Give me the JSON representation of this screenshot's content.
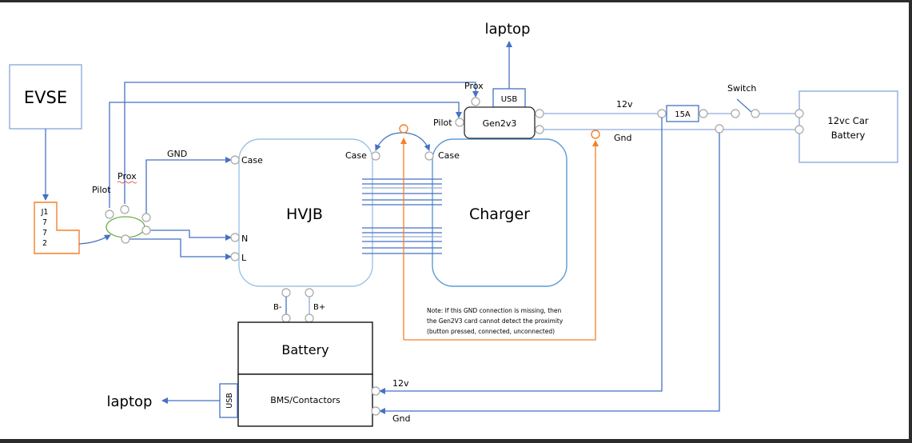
{
  "diagram": {
    "blocks": {
      "evse": "EVSE",
      "j1772": [
        "J1",
        "7",
        "7",
        "2"
      ],
      "hvjb": "HVJB",
      "charger": "Charger",
      "gen2v3": "Gen2v3",
      "gen2v3_usb": "USB",
      "battery": "Battery",
      "bms": "BMS/Contactors",
      "bms_usb": "USB",
      "fuse": "15A",
      "car_battery": [
        "12vc Car",
        "Battery"
      ]
    },
    "labels": {
      "laptop_top": "laptop",
      "laptop_bottom": "laptop",
      "pilot_plug": "Pilot",
      "prox_plug": "Prox",
      "gnd_plug": "GND",
      "hvjb_case_left": "Case",
      "hvjb_case_right": "Case",
      "charger_case": "Case",
      "hvjb_n": "N",
      "hvjb_l": "L",
      "gen2v3_prox": "Prox",
      "gen2v3_pilot": "Pilot",
      "v12_top": "12v",
      "gnd_top": "Gnd",
      "switch": "Switch",
      "b_minus": "B-",
      "b_plus": "B+",
      "v12_bms": "12v",
      "gnd_bms": "Gnd"
    },
    "note": [
      "Note: If this GND connection is missing, then",
      "the Gen2V3 card cannot detect the proximity",
      "(button pressed, connected, unconnected)"
    ],
    "colors": {
      "wire": "#4472c4",
      "block_outline": "#5b9bd5",
      "ground_annotation": "#f4802a",
      "j1772_outline": "#f4802a",
      "plug_ellipse": "#70ad47"
    }
  }
}
